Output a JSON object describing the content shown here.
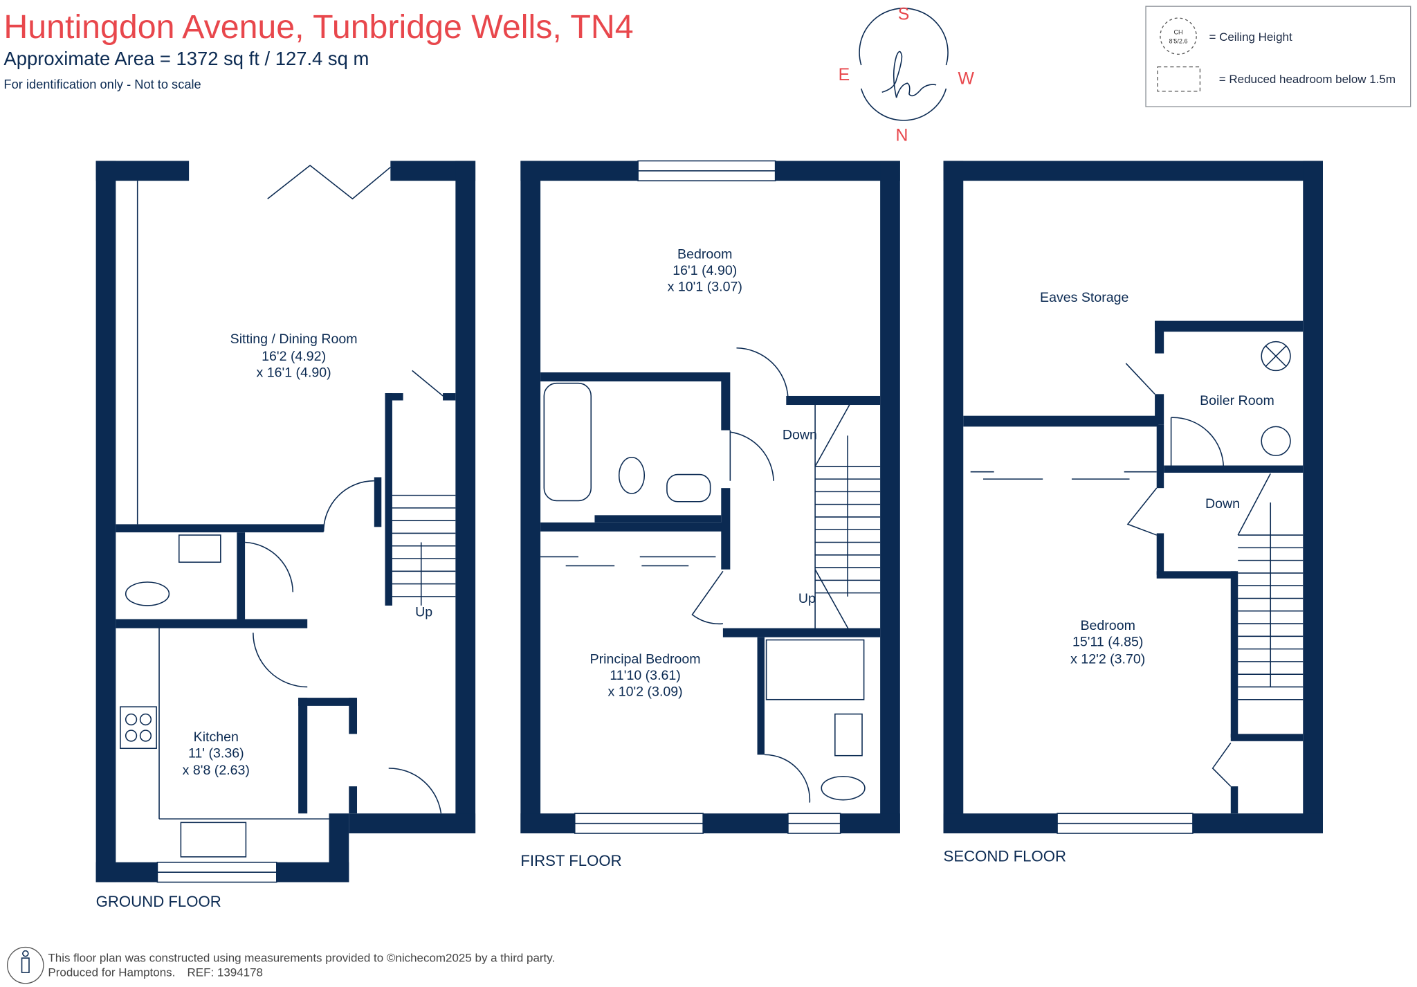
{
  "header": {
    "title": "Huntingdon Avenue, Tunbridge Wells, TN4",
    "area": "Approximate Area = 1372 sq ft / 127.4 sq m",
    "note": "For identification only - Not to scale"
  },
  "compass": {
    "north": "N",
    "south": "S",
    "east": "E",
    "west": "W",
    "logo": "h"
  },
  "legend": {
    "ch_symbol": "CH",
    "ch_value": "8'5/2.6",
    "ceiling_label": "= Ceiling Height",
    "headroom_label": "= Reduced headroom below 1.5m"
  },
  "floors": {
    "ground": "GROUND FLOOR",
    "first": "FIRST FLOOR",
    "second": "SECOND FLOOR"
  },
  "rooms": {
    "sitting": {
      "name": "Sitting / Dining Room",
      "dim1": "16'2 (4.92)",
      "dim2": "x 16'1 (4.90)"
    },
    "kitchen": {
      "name": "Kitchen",
      "dim1": "11' (3.36)",
      "dim2": "x 8'8 (2.63)"
    },
    "bedroom1": {
      "name": "Bedroom",
      "dim1": "16'1 (4.90)",
      "dim2": "x 10'1 (3.07)"
    },
    "principal": {
      "name": "Principal Bedroom",
      "dim1": "11'10 (3.61)",
      "dim2": "x 10'2 (3.09)"
    },
    "eaves": {
      "name": "Eaves Storage"
    },
    "boiler": {
      "name": "Boiler Room"
    },
    "bedroom2": {
      "name": "Bedroom",
      "dim1": "15'11 (4.85)",
      "dim2": "x 12'2 (3.70)"
    }
  },
  "stairs": {
    "up": "Up",
    "down": "Down"
  },
  "footer": {
    "line1": "This floor plan was constructed using measurements provided to ©nichecom2025 by a third party.",
    "produced": "Produced for Hamptons.",
    "ref": "REF: 1394178"
  },
  "colors": {
    "wall": "#0b2a52",
    "accent": "#e8474c"
  }
}
